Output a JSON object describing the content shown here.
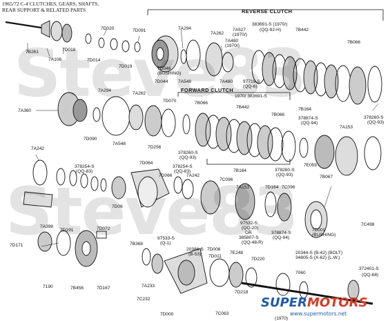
{
  "header": {
    "line1": "1965/72 C-4 CLUTCHES, GEARS, SHAFTS,",
    "line2": "REAR SUPPORT & RELATED PARTS"
  },
  "sections": {
    "reverse_clutch": "REVERSE CLUTCH",
    "forward_clutch": "FORWARD CLUTCH"
  },
  "watermark": {
    "text": "Steve83"
  },
  "logo": {
    "brand_a": "SUPER",
    "brand_b": "MOTORS",
    "url": "www.supermotors.net"
  },
  "parts": [
    {
      "id": "p01",
      "text": "7B261"
    },
    {
      "id": "p02",
      "text": "7A108"
    },
    {
      "id": "p03",
      "text": "7D018"
    },
    {
      "id": "p04",
      "text": "7D020"
    },
    {
      "id": "p05",
      "text": "7D091"
    },
    {
      "id": "p06",
      "text": "7D014"
    },
    {
      "id": "p07",
      "text": "7D019"
    },
    {
      "id": "p08",
      "text": "7A294"
    },
    {
      "id": "p09",
      "text": "7A262"
    },
    {
      "id": "p10",
      "text": "7A527"
    },
    {
      "id": "p11",
      "text": "(1970/)"
    },
    {
      "id": "p12",
      "text": "7A480"
    },
    {
      "id": "p13",
      "text": "(1970/)"
    },
    {
      "id": "p14",
      "text": "383691-S (1970/)"
    },
    {
      "id": "p15",
      "text": "(QQ-92-H)"
    },
    {
      "id": "p16",
      "text": "7B442"
    },
    {
      "id": "p17",
      "text": "7B066"
    },
    {
      "id": "p18",
      "text": "7D046"
    },
    {
      "id": "p19",
      "text": "(BUSHING)"
    },
    {
      "id": "p20",
      "text": "7D044"
    },
    {
      "id": "p21",
      "text": "7A548"
    },
    {
      "id": "p22",
      "text": "7A480"
    },
    {
      "id": "p23",
      "text": "97719-S"
    },
    {
      "id": "p24",
      "text": "(QQ-6)"
    },
    {
      "id": "p25",
      "text": "1970/ 383691-S"
    },
    {
      "id": "p26",
      "text": "7A294"
    },
    {
      "id": "p27",
      "text": "7A262"
    },
    {
      "id": "p28",
      "text": "7D070"
    },
    {
      "id": "p29",
      "text": "7B066"
    },
    {
      "id": "p30",
      "text": "7B442"
    },
    {
      "id": "p31",
      "text": "7B066"
    },
    {
      "id": "p32",
      "text": "7A360"
    },
    {
      "id": "p33",
      "text": "7B164"
    },
    {
      "id": "p34",
      "text": "378874-S"
    },
    {
      "id": "p35",
      "text": "(QQ-94)"
    },
    {
      "id": "p36",
      "text": "7A153"
    },
    {
      "id": "p37",
      "text": "378260-S"
    },
    {
      "id": "p38",
      "text": "(QQ-93)"
    },
    {
      "id": "p39",
      "text": "7D090"
    },
    {
      "id": "p40",
      "text": "7A548"
    },
    {
      "id": "p41",
      "text": "7D256"
    },
    {
      "id": "p42",
      "text": "378260-S"
    },
    {
      "id": "p43",
      "text": "(QQ-93)"
    },
    {
      "id": "p44",
      "text": "7A242"
    },
    {
      "id": "p45",
      "text": "7D064"
    },
    {
      "id": "p46",
      "text": "378254-S"
    },
    {
      "id": "p47",
      "text": "(QQ-83)"
    },
    {
      "id": "p48",
      "text": "378254-S"
    },
    {
      "id": "p49",
      "text": "(QQ-83)"
    },
    {
      "id": "p50",
      "text": "7D066"
    },
    {
      "id": "p51",
      "text": "7A242"
    },
    {
      "id": "p52",
      "text": "7B164"
    },
    {
      "id": "p53",
      "text": "378260-S"
    },
    {
      "id": "p54",
      "text": "(QQ-93)"
    },
    {
      "id": "p55",
      "text": "7E059"
    },
    {
      "id": "p56",
      "text": "7B067"
    },
    {
      "id": "p57",
      "text": "7C096"
    },
    {
      "id": "p58",
      "text": "7A153"
    },
    {
      "id": "p59",
      "text": "7D164"
    },
    {
      "id": "p60",
      "text": "7C096"
    },
    {
      "id": "p61",
      "text": "7D06"
    },
    {
      "id": "p62",
      "text": "7A398"
    },
    {
      "id": "p63",
      "text": "7D191"
    },
    {
      "id": "p64",
      "text": "7D072"
    },
    {
      "id": "p65",
      "text": "97532-S"
    },
    {
      "id": "p66",
      "text": "(QQ-20)"
    },
    {
      "id": "p67",
      "text": "OR"
    },
    {
      "id": "p68",
      "text": "385807-S"
    },
    {
      "id": "p69",
      "text": "(QQ-48-R)"
    },
    {
      "id": "p70",
      "text": "378874-S"
    },
    {
      "id": "p71",
      "text": "(QQ-94)"
    },
    {
      "id": "p72",
      "text": "7D001"
    },
    {
      "id": "p73",
      "text": "(BUSHING)"
    },
    {
      "id": "p74",
      "text": "7C498"
    },
    {
      "id": "p75",
      "text": "97533-S"
    },
    {
      "id": "p76",
      "text": "(Q-1)"
    },
    {
      "id": "p77",
      "text": "7D171"
    },
    {
      "id": "p78",
      "text": "7B368"
    },
    {
      "id": "p79",
      "text": "20386-S"
    },
    {
      "id": "p80",
      "text": "(B-53)"
    },
    {
      "id": "p81",
      "text": "7D006"
    },
    {
      "id": "p82",
      "text": "7D011"
    },
    {
      "id": "p83",
      "text": "7E248"
    },
    {
      "id": "p84",
      "text": "7D220"
    },
    {
      "id": "p85",
      "text": "20344-S (B-42) (BOLT)"
    },
    {
      "id": "p86",
      "text": "34805-S (X-62) (L.W.)"
    },
    {
      "id": "p87",
      "text": "7190"
    },
    {
      "id": "p88",
      "text": "7B456"
    },
    {
      "id": "p89",
      "text": "7D167"
    },
    {
      "id": "p90",
      "text": "7A233"
    },
    {
      "id": "p91",
      "text": "7C232"
    },
    {
      "id": "p92",
      "text": "7D000"
    },
    {
      "id": "p93",
      "text": "7C063"
    },
    {
      "id": "p94",
      "text": "7D218"
    },
    {
      "id": "p95",
      "text": "7060"
    },
    {
      "id": "p96",
      "text": "372401-S"
    },
    {
      "id": "p97",
      "text": "(QQ-68)"
    },
    {
      "id": "p98",
      "text": "(1970)"
    }
  ]
}
